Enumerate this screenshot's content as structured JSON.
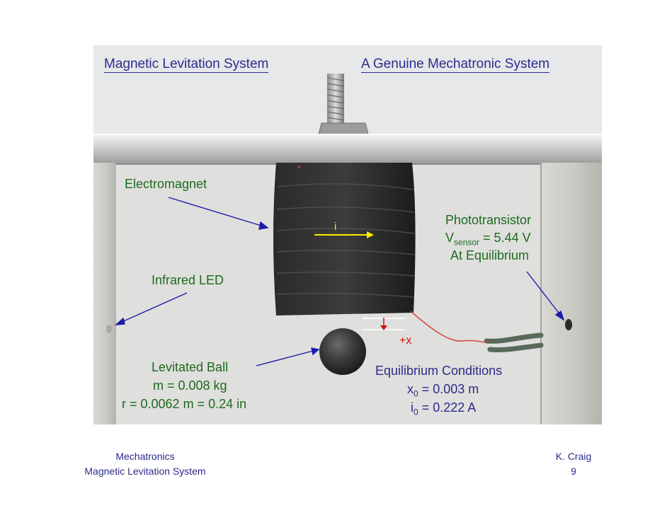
{
  "slide": {
    "title_left": "Magnetic Levitation System",
    "title_right": "A Genuine Mechatronic System"
  },
  "labels": {
    "electromagnet": "Electromagnet",
    "current": "i",
    "infrared_led": "Infrared LED",
    "phototransistor": "Phototransistor",
    "vsensor_prefix": "V",
    "vsensor_sub": "sensor",
    "vsensor_value": " = 5.44 V",
    "at_equilibrium": "At Equilibrium",
    "plus_x": "+x",
    "ball_title": "Levitated Ball",
    "ball_mass": "m = 0.008 kg",
    "ball_radius": "r = 0.0062 m = 0.24 in",
    "eq_title": "Equilibrium Conditions",
    "x0_prefix": "x",
    "x0_sub": "0",
    "x0_value": " = 0.003 m",
    "i0_prefix": "i",
    "i0_sub": "0",
    "i0_value": " = 0.222 A"
  },
  "footer": {
    "left_line1": "Mechatronics",
    "left_line2": "Magnetic Levitation System",
    "right_line1": "K. Craig",
    "right_line2": "9"
  }
}
